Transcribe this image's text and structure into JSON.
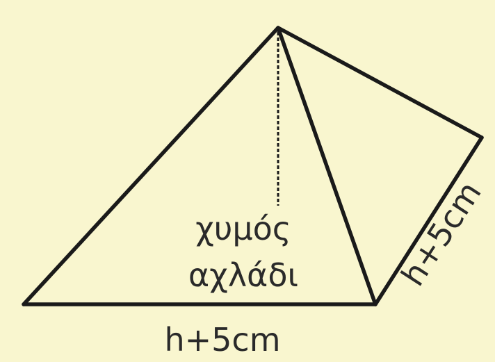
{
  "figure": {
    "background_color": "#f9f6cf",
    "line_color": "#1a1a1a",
    "labels": {
      "content_line1": "χυμός",
      "content_line2": "αχλάδι",
      "base_edge": "h+5cm",
      "side_edge": "h+5cm"
    }
  }
}
